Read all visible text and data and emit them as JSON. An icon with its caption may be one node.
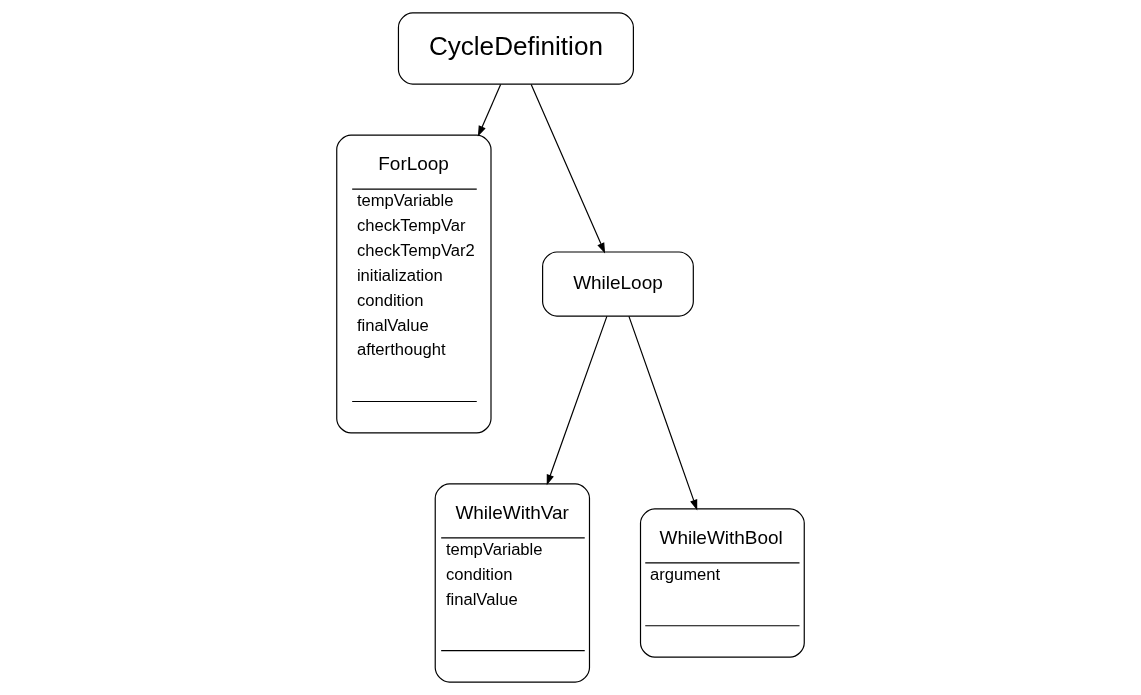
{
  "diagram": {
    "nodes": [
      {
        "text": [
          "CycleDefinition"
        ]
      },
      {
        "text": [
          "ForLoop",
          "tempVariable",
          "checkTempVar",
          "checkTempVar2",
          "initialization",
          "condition",
          "finalValue",
          "afterthought"
        ]
      },
      {
        "text": [
          "WhileLoop"
        ]
      },
      {
        "text": [
          "WhileWithVar",
          "tempVariable",
          "condition",
          "finalValue"
        ]
      },
      {
        "text": [
          "WhileWithBool",
          "argument"
        ]
      }
    ],
    "edges": [
      {
        "from": 0,
        "to": 1,
        "arrow": "to"
      },
      {
        "from": 0,
        "to": 2,
        "arrow": "to"
      },
      {
        "from": 2,
        "to": 3,
        "arrow": "to"
      },
      {
        "from": 2,
        "to": 4,
        "arrow": "to"
      }
    ]
  }
}
